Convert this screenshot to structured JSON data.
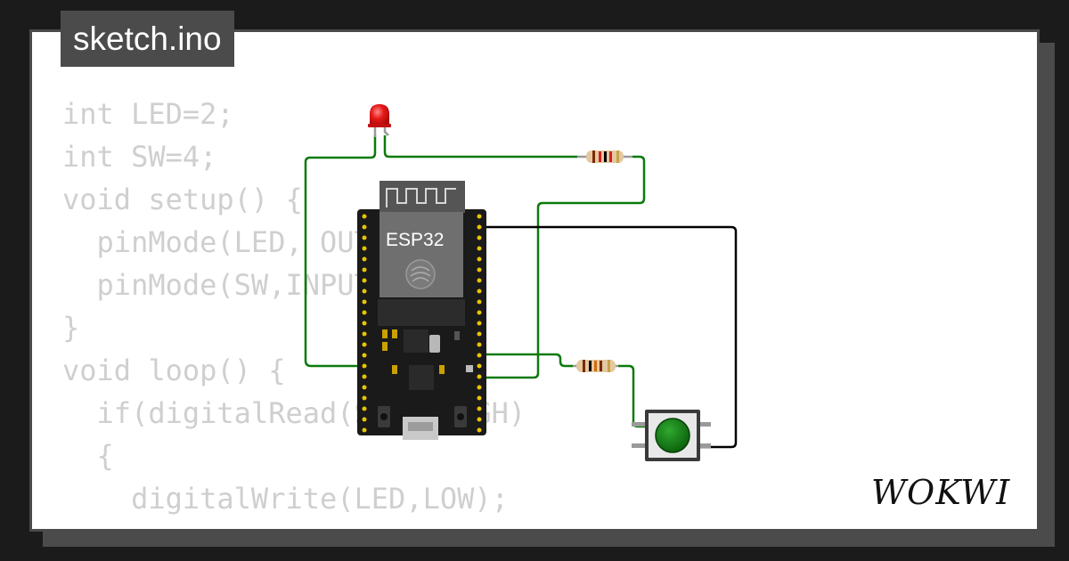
{
  "tab": {
    "filename": "sketch.ino"
  },
  "code_lines": [
    "int LED=2;",
    "int SW=4;",
    "void setup() {",
    "  pinMode(LED, OUTPUT);",
    "  pinMode(SW,INPUT);",
    "}",
    "void loop() {",
    "  if(digitalRead(SW)==HIGH)",
    "  {",
    "    digitalWrite(LED,LOW);"
  ],
  "board": {
    "label": "ESP32"
  },
  "logo": {
    "text": "WOKWI"
  },
  "colors": {
    "background": "#1b1b1b",
    "frame": "#4b4b4b",
    "card": "#ffffff",
    "code_text": "#cfcfcf",
    "wire_green": "#0b7a0b",
    "wire_black": "#000000",
    "led_red": "#e01414",
    "button_green": "#0f7a10"
  },
  "components": [
    "esp32-board",
    "red-led",
    "resistor",
    "resistor",
    "push-button"
  ]
}
